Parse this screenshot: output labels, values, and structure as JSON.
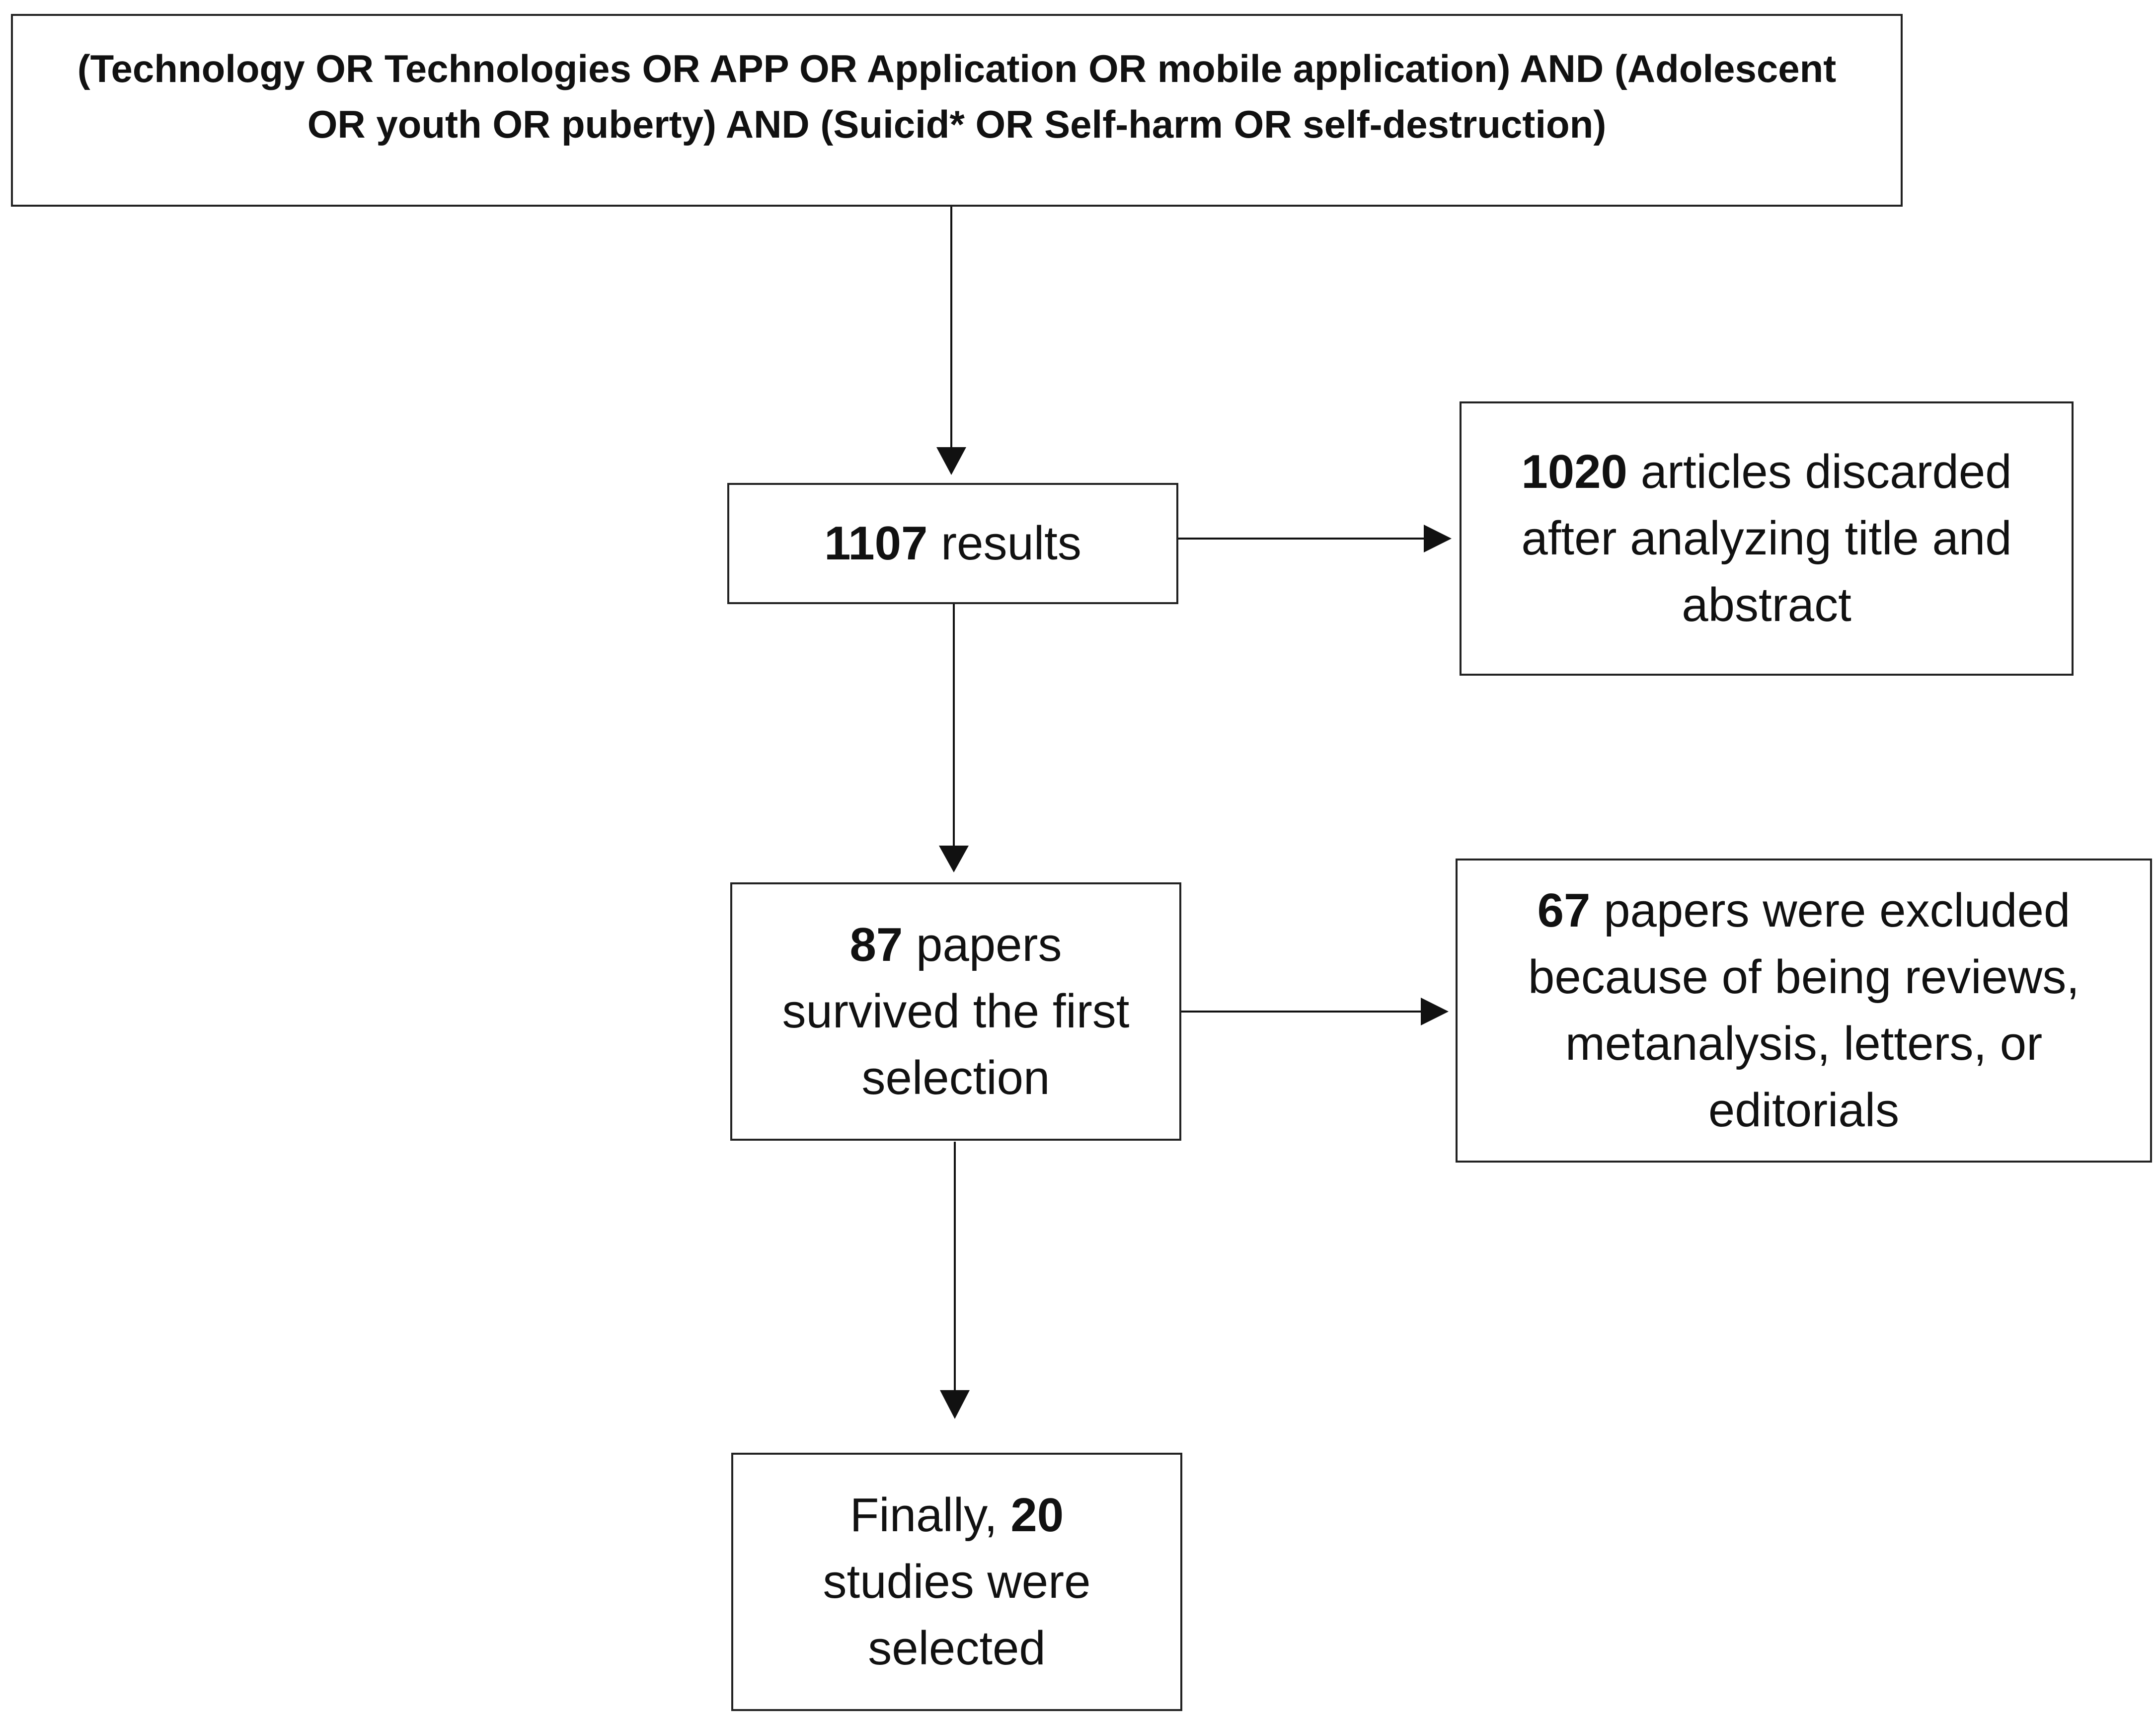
{
  "search": {
    "query_line1": "(Technology OR Technologies OR APP OR Application OR mobile application) AND (Adolescent",
    "query_line2": "OR youth OR puberty) AND (Suicid* OR Self-harm OR self-destruction)"
  },
  "results": {
    "count": "1107",
    "text": " results"
  },
  "discarded": {
    "count": "1020",
    "line1_rest": " articles discarded",
    "line2": "after analyzing title and",
    "line3": "abstract"
  },
  "first_selection": {
    "count": "87",
    "line1_rest": " papers",
    "line2": "survived the first",
    "line3": "selection"
  },
  "excluded": {
    "count": "67",
    "line1_rest": " papers were excluded",
    "line2": "because of being reviews,",
    "line3": "metanalysis, letters, or",
    "line4": "editorials"
  },
  "final": {
    "line1_prefix": "Finally, ",
    "count": "20",
    "line2": "studies were",
    "line3": "selected"
  }
}
